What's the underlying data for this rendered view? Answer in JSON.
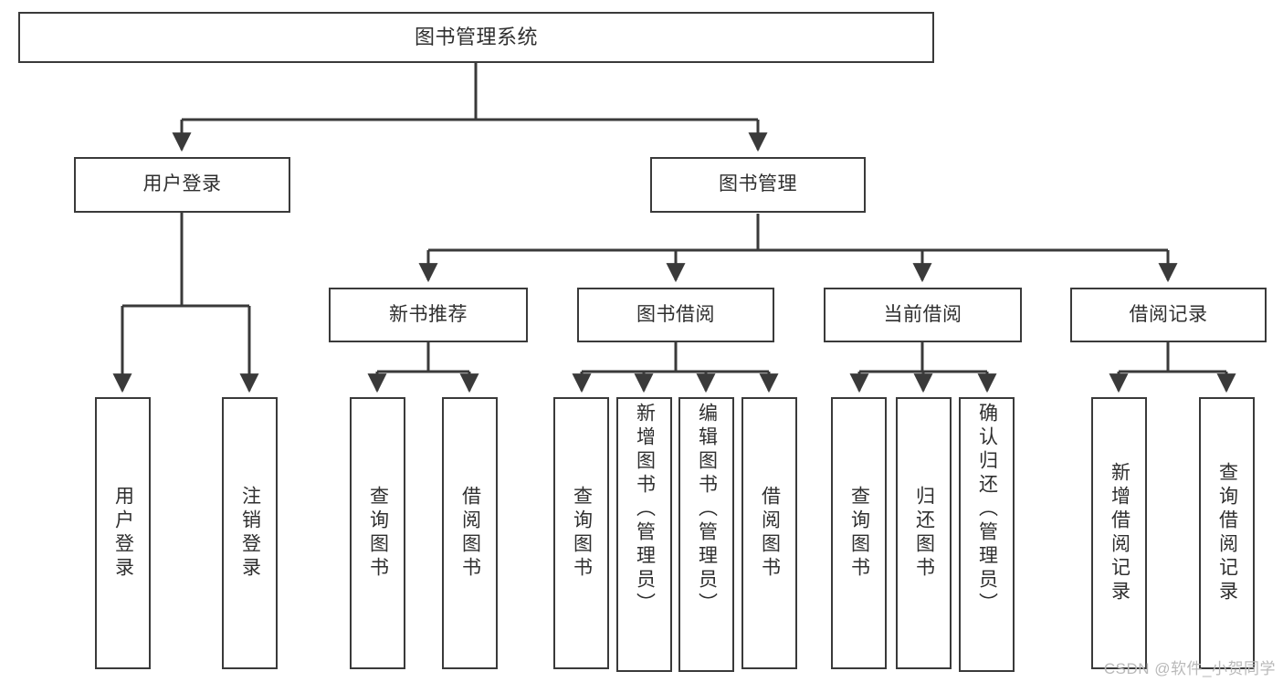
{
  "diagram": {
    "title": "图书管理系统",
    "type": "tree",
    "watermark": "CSDN @软件_小贺同学",
    "colors": {
      "stroke": "#3a3a3a",
      "text": "#2f2f2f",
      "background": "#ffffff",
      "watermark": "#b9b9b9"
    },
    "root": {
      "label": "图书管理系统"
    },
    "level2": [
      {
        "label": "用户登录"
      },
      {
        "label": "图书管理"
      }
    ],
    "level3": [
      {
        "label": "新书推荐"
      },
      {
        "label": "图书借阅"
      },
      {
        "label": "当前借阅"
      },
      {
        "label": "借阅记录"
      }
    ],
    "leaves": {
      "user_login": [
        {
          "label": "用户登录"
        },
        {
          "label": "注销登录"
        }
      ],
      "new_book": [
        {
          "label": "查询图书"
        },
        {
          "label": "借阅图书"
        }
      ],
      "borrow": [
        {
          "label": "查询图书"
        },
        {
          "label": "新增图书（管理员）"
        },
        {
          "label": "编辑图书（管理员）"
        },
        {
          "label": "借阅图书"
        }
      ],
      "current": [
        {
          "label": "查询图书"
        },
        {
          "label": "归还图书"
        },
        {
          "label": "确认归还（管理员）"
        }
      ],
      "records": [
        {
          "label": "新增借阅记录"
        },
        {
          "label": "查询借阅记录"
        }
      ]
    }
  }
}
